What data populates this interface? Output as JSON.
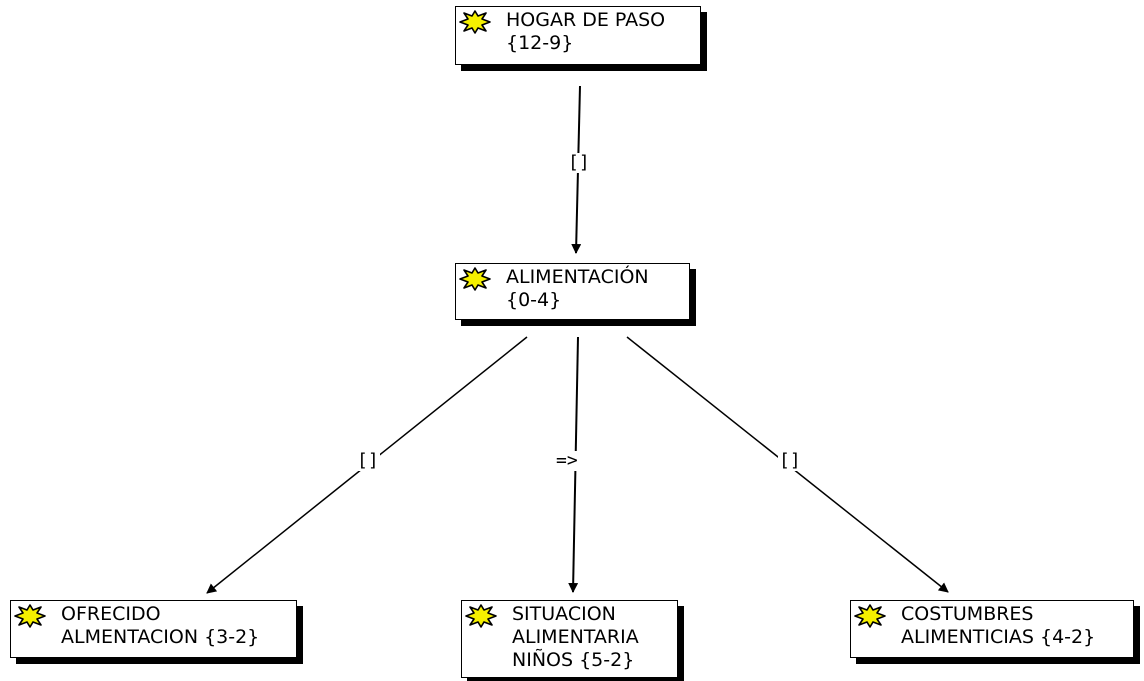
{
  "nodes": [
    {
      "id": "hogar",
      "label": "HOGAR DE PASO\n{12-9}",
      "icon": "yellow-star-icon"
    },
    {
      "id": "alimentacion",
      "label": "ALIMENTACIÓN\n{0-4}",
      "icon": "yellow-star-icon"
    },
    {
      "id": "ofrecido",
      "label": "OFRECIDO\nALMENTACION {3-2}",
      "icon": "yellow-star-icon"
    },
    {
      "id": "situacion",
      "label": "SITUACION\nALIMENTARIA\nNIÑOS {5-2}",
      "icon": "yellow-star-icon"
    },
    {
      "id": "costumbres",
      "label": "COSTUMBRES\nALIMENTICIAS {4-2}",
      "icon": "yellow-star-icon"
    }
  ],
  "edges": [
    {
      "from": "hogar",
      "to": "alimentacion",
      "label": "[]"
    },
    {
      "from": "alimentacion",
      "to": "ofrecido",
      "label": "[]"
    },
    {
      "from": "alimentacion",
      "to": "situacion",
      "label": "=>"
    },
    {
      "from": "alimentacion",
      "to": "costumbres",
      "label": "[]"
    }
  ],
  "colors": {
    "icon_fill": "#f5f000",
    "icon_stroke": "#000000",
    "line": "#000000"
  }
}
